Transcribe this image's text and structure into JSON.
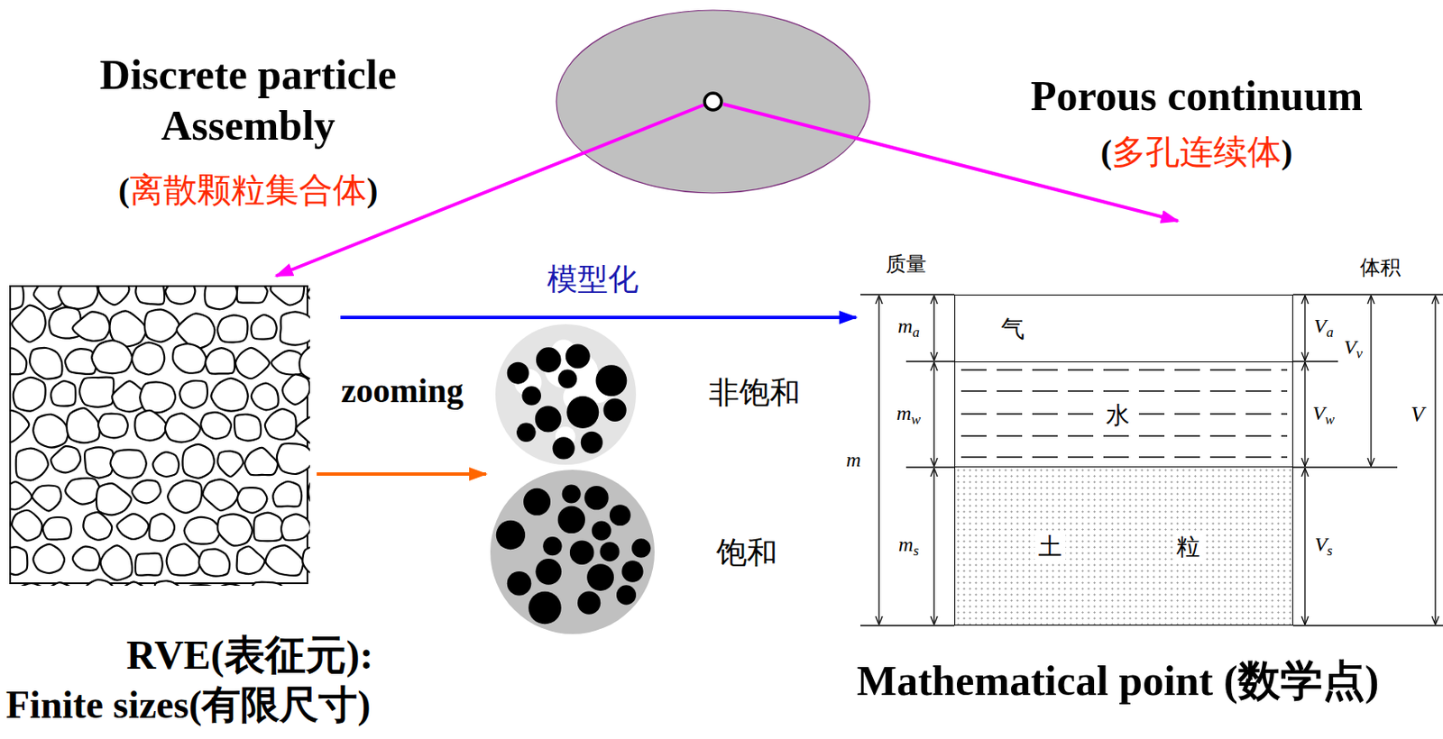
{
  "diagram": {
    "nodes": [
      {
        "text": [
          "RVE(表征元):",
          "Finite sizes(有限尺寸)"
        ]
      },
      {
        "text": [
          "Mathematical point (数学点)"
        ]
      },
      {
        "text": [
          "气"
        ],
        "in": 1
      },
      {
        "text": [
          "水"
        ],
        "in": 1
      },
      {
        "text": [
          "土",
          "粒"
        ],
        "in": 1
      },
      {
        "text": [
          "非饱和"
        ]
      },
      {
        "text": [
          "饱和"
        ]
      }
    ],
    "edges": [
      {
        "from": 0,
        "to": 1,
        "arrow": "to",
        "label": "模型化"
      },
      {
        "from": 0,
        "to": 6,
        "arrow": "to",
        "label": "zooming"
      }
    ],
    "labels": [
      "Discrete particle Assembly",
      "(离散颗粒集合体)",
      "Porous continuum",
      "(多孔连续体)",
      "质量",
      "体积",
      "m",
      "ma",
      "mw",
      "ms",
      "Va",
      "Vw",
      "Vv",
      "Vs",
      "V"
    ]
  }
}
